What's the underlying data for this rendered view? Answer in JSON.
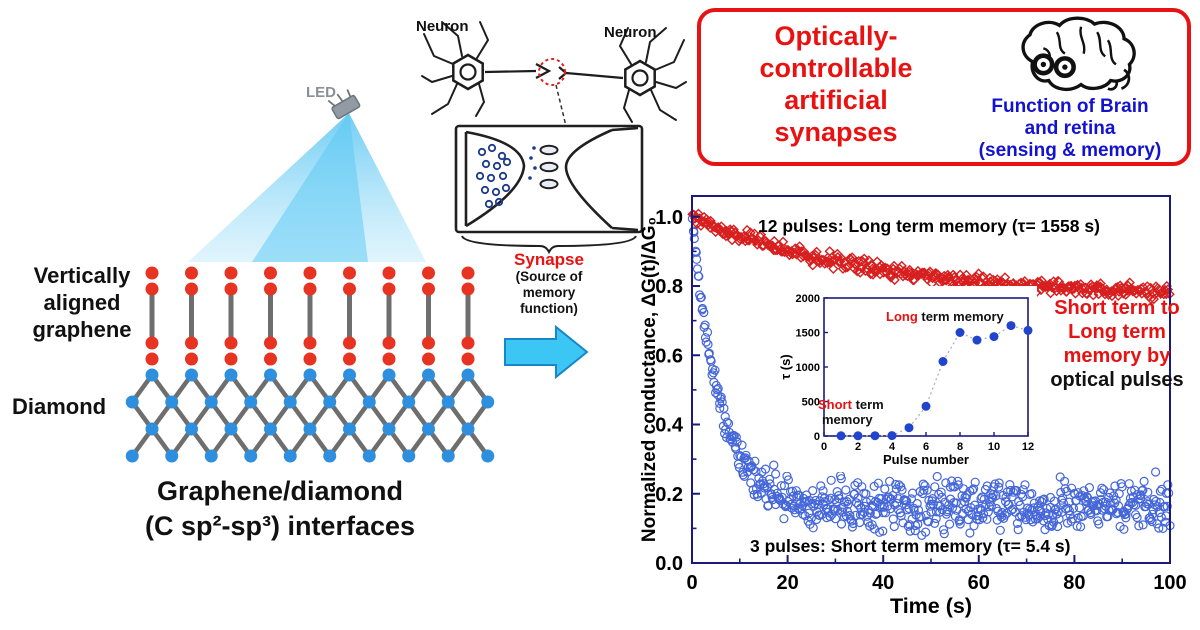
{
  "led": {
    "label": "LED"
  },
  "left_diagram": {
    "vag_label": "Vertically\naligned\ngraphene",
    "diamond_label": "Diamond",
    "interfaces_label": "Graphene/diamond\n(C sp²-sp³) interfaces"
  },
  "neurons": {
    "left_label": "Neuron",
    "right_label": "Neuron",
    "synapse_label": "Synapse",
    "synapse_sub": "(Source of\nmemory\nfunction)"
  },
  "header_box": {
    "title": "Optically-\ncontrollable\nartificial\nsynapses",
    "title_color": "#e81212",
    "right_text": "Function of Brain\nand retina\n(sensing & memory)",
    "right_color": "#1313cf",
    "border_color": "#e81212"
  },
  "memory_note": {
    "lines": [
      {
        "text": "Short term to",
        "color": "#e81212"
      },
      {
        "text": "Long term",
        "color": "#e81212"
      },
      {
        "text": "memory by",
        "color": "#e81212"
      },
      {
        "text": "optical pulses",
        "color": "#111111"
      }
    ]
  },
  "chart_data": [
    {
      "type": "scatter",
      "title": "",
      "xlabel": "Time (s)",
      "ylabel": "Normalized conductance, ΔG(t)/ΔG₀",
      "xlim": [
        0,
        100
      ],
      "ylim": [
        0,
        1.06
      ],
      "xticks": [
        0,
        20,
        40,
        60,
        80,
        100
      ],
      "yticks": [
        "0.0",
        "0.2",
        "0.4",
        "0.6",
        "0.8",
        "1.0"
      ],
      "axis_color": "#1a1a7e",
      "grid": false,
      "series": [
        {
          "name": "12 pulses: Long term memory (τ= 1558 s)",
          "marker": "diamond-open",
          "color": "#d81f1f",
          "model": "exp_decay",
          "y0": 1.0,
          "y_inf": 0.765,
          "amp": 0.235,
          "tau_plot": 38,
          "tau_label_s": 1558,
          "noise": 0.01,
          "n_points": 420
        },
        {
          "name": "3 pulses: Short term memory (τ= 5.4 s)",
          "marker": "circle-open",
          "color": "#4466d8",
          "model": "exp_decay",
          "y0": 1.0,
          "y_inf": 0.165,
          "amp": 0.835,
          "tau_plot": 5.6,
          "tau_label_s": 5.4,
          "noise": 0.023,
          "n_points": 640
        }
      ]
    },
    {
      "type": "scatter",
      "inset": true,
      "xlabel": "Pulse number",
      "ylabel": "τ (s)",
      "xlim": [
        0,
        12
      ],
      "ylim": [
        0,
        2000
      ],
      "xticks": [
        0,
        2,
        4,
        6,
        8,
        10,
        12
      ],
      "yticks": [
        0,
        500,
        1000,
        1500,
        2000
      ],
      "x": [
        1,
        2,
        3,
        4,
        5,
        6,
        7,
        8,
        9,
        10,
        11,
        12
      ],
      "values": [
        3,
        3,
        4,
        6,
        120,
        430,
        1080,
        1500,
        1390,
        1440,
        1600,
        1530
      ],
      "color": "#2244cc",
      "notes": {
        "short_line1": [
          {
            "t": "Short",
            "c": "#e81212"
          },
          {
            "t": " term",
            "c": "#111111"
          }
        ],
        "short_line2": "memory",
        "long_line": [
          {
            "t": "Long",
            "c": "#e81212"
          },
          {
            "t": " term memory",
            "c": "#111111"
          }
        ]
      }
    }
  ]
}
